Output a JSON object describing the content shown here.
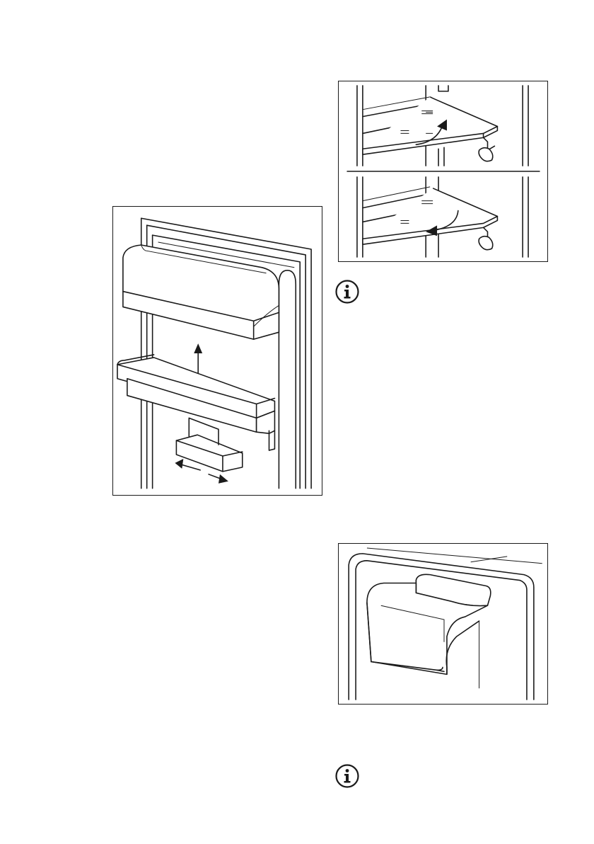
{
  "figures": [
    {
      "icon": "door-shelf-illustration"
    },
    {
      "icon": "glass-shelf-adjust-illustration"
    },
    {
      "icon": "shelf-cover-illustration"
    }
  ],
  "info_icons": [
    "info-icon",
    "info-icon"
  ],
  "colors": {
    "line": "#1a1a1a",
    "background": "#ffffff"
  }
}
